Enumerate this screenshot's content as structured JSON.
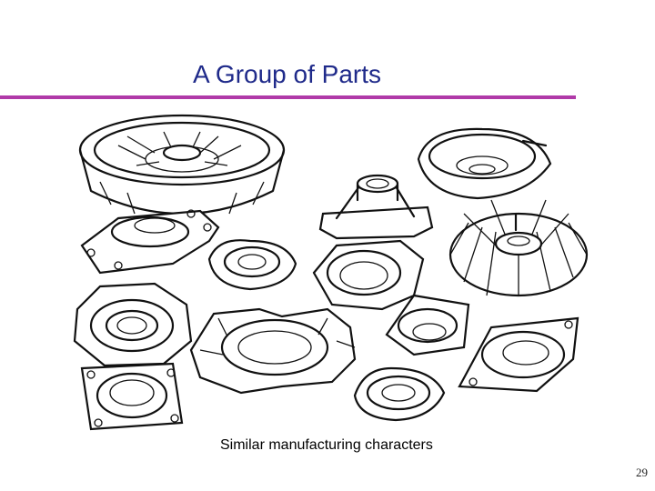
{
  "slide": {
    "title": "A Group of Parts",
    "caption": "Similar manufacturing characters",
    "page_number": "29"
  },
  "colors": {
    "title_text": "#1f2a8a",
    "rule": "#b03aa8",
    "line_art": "#111111"
  }
}
